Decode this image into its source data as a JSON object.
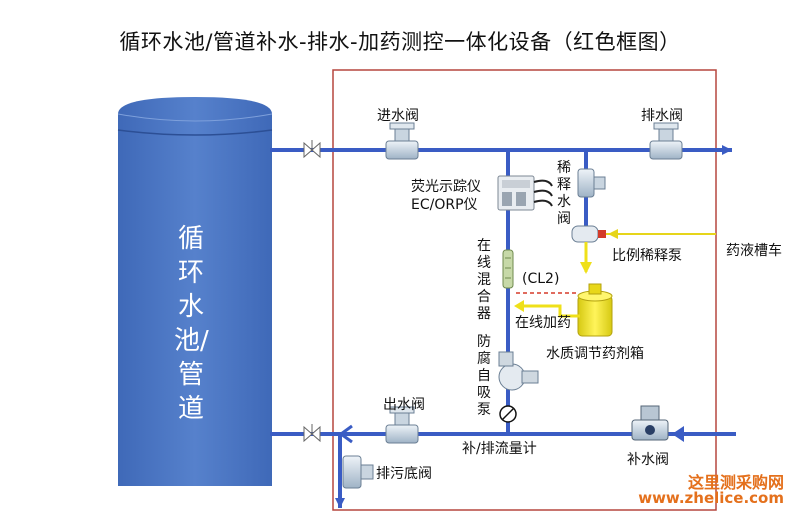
{
  "title": "循环水池/管道补水-排水-加药测控一体化设备（红色框图）",
  "tank_label": "循环水池/管道",
  "labels": {
    "inlet_valve": "进水阀",
    "drain_valve": "排水阀",
    "fluorometer": "荧光示踪仪",
    "ec_orp": "EC/ORP仪",
    "dilution_valve": "稀释水阀",
    "inline_mixer": "在线混合器",
    "proportional_pump": "比例稀释泵",
    "tanker": "药液槽车",
    "cl2": "(CL2)",
    "online_dosing": "在线加药",
    "treatment_tank": "水质调节药剂箱",
    "self_priming_pump": "防腐自吸泵",
    "outlet_valve": "出水阀",
    "flow_meter": "补/排流量计",
    "makeup_valve": "补水阀",
    "bottom_drain_valve": "排污底阀"
  },
  "watermark": {
    "line1": "这里测采购网",
    "line2": "www.zhelice.com"
  },
  "colors": {
    "pipe": "#3a5cc4",
    "tank_fill": "#4a75c2",
    "frame": "#b5473f",
    "dosing": "#f2e41c",
    "red_dash": "#d63a2a",
    "watermark": "#e4701c"
  }
}
